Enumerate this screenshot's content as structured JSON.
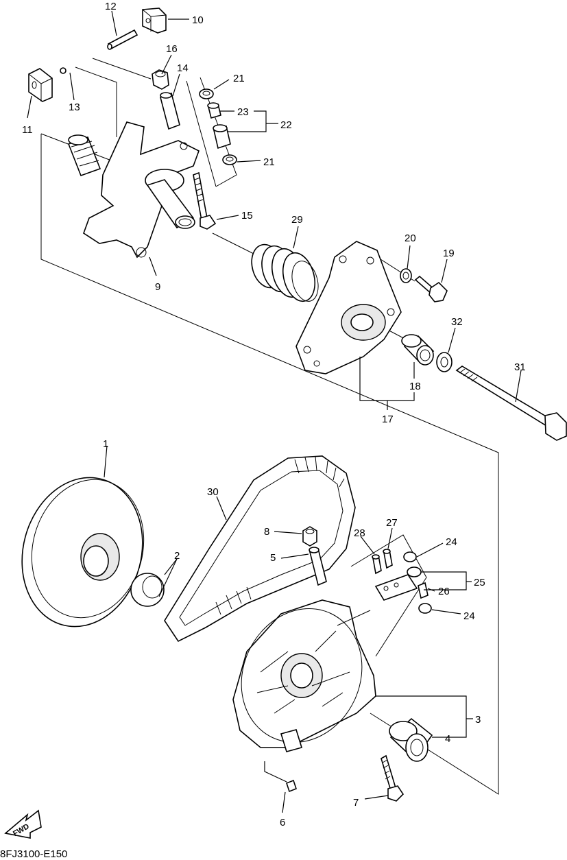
{
  "diagram": {
    "code": "8FJ3100-E150",
    "fwd_label": "FWD"
  },
  "callouts": [
    {
      "id": "c1",
      "text": "1"
    },
    {
      "id": "c2",
      "text": "2"
    },
    {
      "id": "c3",
      "text": "3"
    },
    {
      "id": "c4",
      "text": "4"
    },
    {
      "id": "c5",
      "text": "5"
    },
    {
      "id": "c6",
      "text": "6"
    },
    {
      "id": "c7",
      "text": "7"
    },
    {
      "id": "c8",
      "text": "8"
    },
    {
      "id": "c9",
      "text": "9"
    },
    {
      "id": "c10",
      "text": "10"
    },
    {
      "id": "c11",
      "text": "11"
    },
    {
      "id": "c12",
      "text": "12"
    },
    {
      "id": "c13",
      "text": "13"
    },
    {
      "id": "c14",
      "text": "14"
    },
    {
      "id": "c15",
      "text": "15"
    },
    {
      "id": "c16",
      "text": "16"
    },
    {
      "id": "c17",
      "text": "17"
    },
    {
      "id": "c18",
      "text": "18"
    },
    {
      "id": "c19",
      "text": "19"
    },
    {
      "id": "c20",
      "text": "20"
    },
    {
      "id": "c21a",
      "text": "21"
    },
    {
      "id": "c21b",
      "text": "21"
    },
    {
      "id": "c22",
      "text": "22"
    },
    {
      "id": "c23",
      "text": "23"
    },
    {
      "id": "c24a",
      "text": "24"
    },
    {
      "id": "c24b",
      "text": "24"
    },
    {
      "id": "c25",
      "text": "25"
    },
    {
      "id": "c26",
      "text": "26"
    },
    {
      "id": "c27",
      "text": "27"
    },
    {
      "id": "c28",
      "text": "28"
    },
    {
      "id": "c29",
      "text": "29"
    },
    {
      "id": "c30",
      "text": "30"
    },
    {
      "id": "c31",
      "text": "31"
    },
    {
      "id": "c32",
      "text": "32"
    }
  ]
}
